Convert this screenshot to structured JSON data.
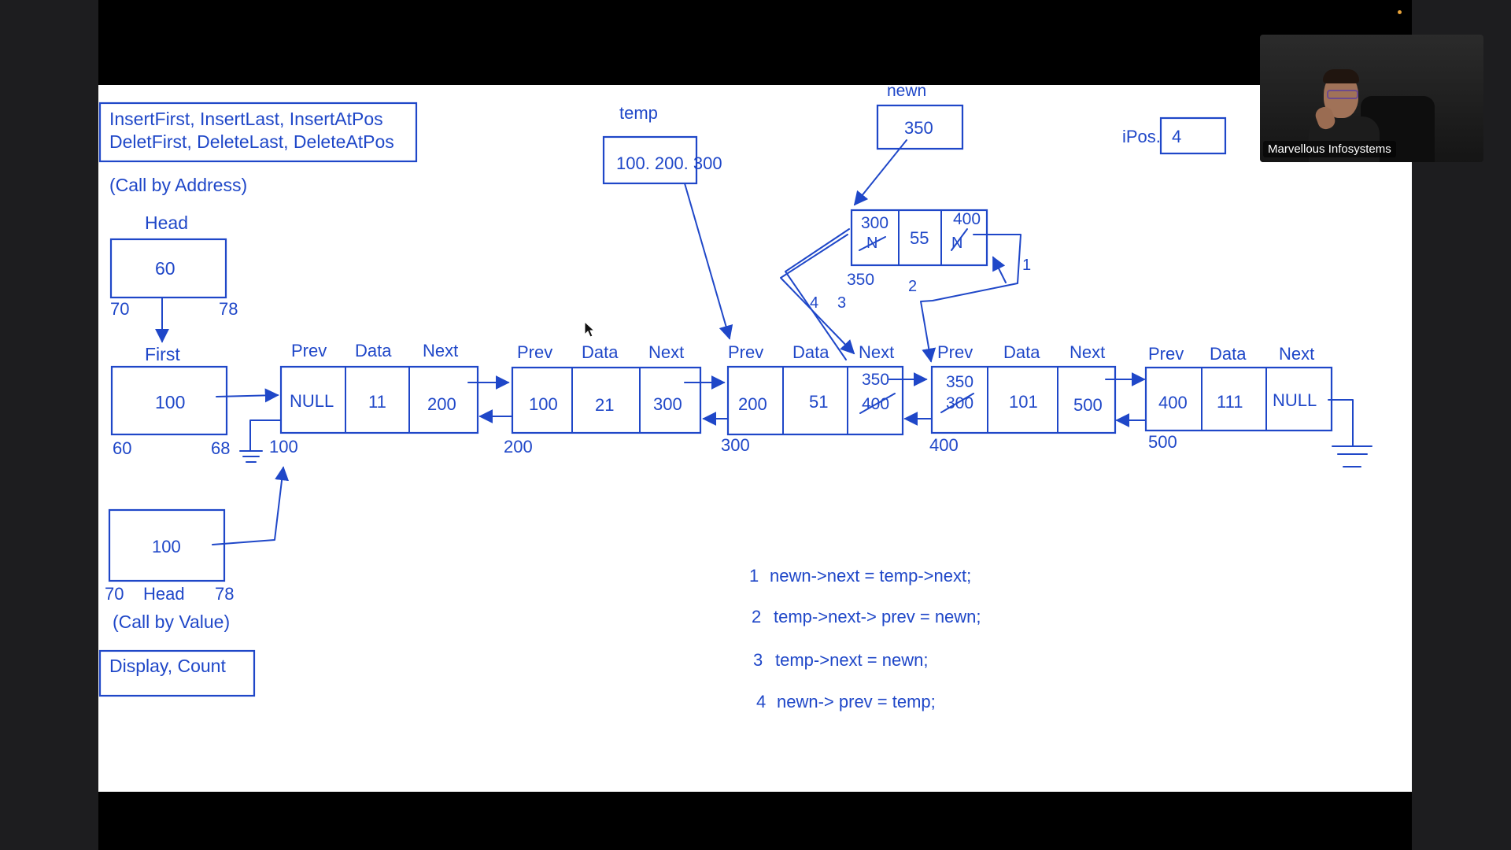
{
  "header_box": {
    "line1": "InsertFirst, InsertLast, InsertAtPos",
    "line2": "DeletFirst, DeleteLast, DeleteAtPos"
  },
  "call_by_address": "(Call by Address)",
  "head_top": {
    "label": "Head",
    "value": "60",
    "addr_left": "70",
    "addr_right": "78"
  },
  "first": {
    "label": "First",
    "value": "100",
    "addr_left": "60",
    "addr_right": "68"
  },
  "head_bottom": {
    "value": "100",
    "addr_left": "70",
    "label": "Head",
    "addr_right": "78"
  },
  "call_by_value": "(Call by Value)",
  "display_box": "Display, Count",
  "temp": {
    "label": "temp",
    "value": "100. 200. 300"
  },
  "newn": {
    "label": "newn",
    "value": "350"
  },
  "ipos": {
    "label": "iPos.",
    "value": "4"
  },
  "new_node": {
    "prev_new": "300",
    "prev_old": "N",
    "data": "55",
    "next_new": "400",
    "next_old": "N",
    "addr": "350"
  },
  "field_labels": {
    "prev": "Prev",
    "data": "Data",
    "next": "Next"
  },
  "nodes": [
    {
      "prev": "NULL",
      "data": "11",
      "next": "200",
      "addr": "100"
    },
    {
      "prev": "100",
      "data": "21",
      "next": "300",
      "addr": "200"
    },
    {
      "prev": "200",
      "data": "51",
      "next_new": "350",
      "next_old": "400",
      "addr": "300"
    },
    {
      "prev_new": "350",
      "prev_old": "300",
      "data": "101",
      "next": "500",
      "addr": "400"
    },
    {
      "prev": "400",
      "data": "111",
      "next": "NULL",
      "addr": "500"
    }
  ],
  "step_labels": [
    "1",
    "2",
    "3",
    "4"
  ],
  "code_lines": [
    {
      "num": "1",
      "text": "newn->next = temp->next;"
    },
    {
      "num": "2",
      "text": "temp->next-> prev = newn;"
    },
    {
      "num": "3",
      "text": "temp->next = newn;"
    },
    {
      "num": "4",
      "text": "newn-> prev = temp;"
    }
  ],
  "video": {
    "participant": "Marvellous Infosystems"
  },
  "colors": {
    "ink": "#1f47c8",
    "canvas": "#ffffff",
    "frame": "#000000"
  }
}
